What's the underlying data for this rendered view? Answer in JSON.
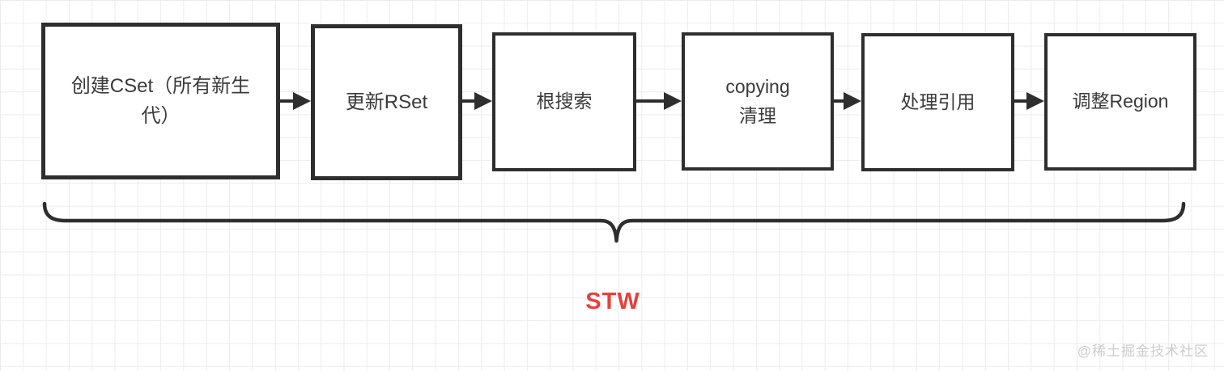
{
  "diagram": {
    "boxes": [
      {
        "label": "创建CSet（所有新生代）"
      },
      {
        "label": "更新RSet"
      },
      {
        "label": "根搜索"
      },
      {
        "label": "copying\n清理"
      },
      {
        "label": "处理引用"
      },
      {
        "label": "调整Region"
      }
    ],
    "brace_label": "STW",
    "colors": {
      "box_border": "#2e2e2e",
      "box_text": "#3a3a3a",
      "stw": "#e5413c",
      "watermark": "#cccccc"
    }
  },
  "watermark": "@稀土掘金技术社区"
}
